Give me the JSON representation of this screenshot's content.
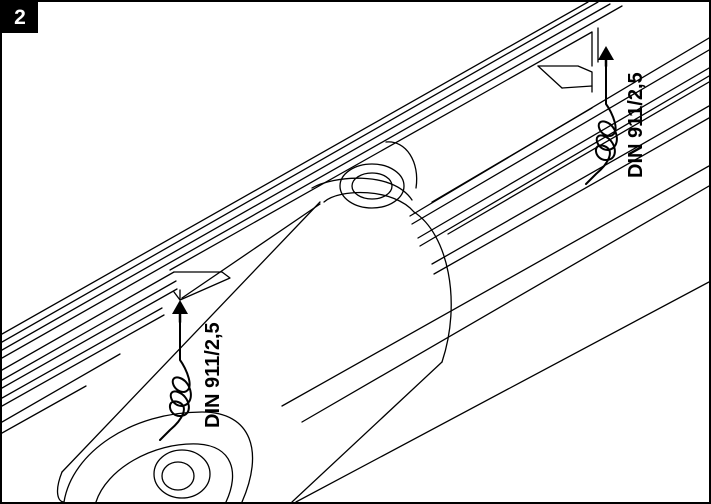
{
  "figure": {
    "step_number": "2",
    "callouts": [
      {
        "text": "DIN 911/2,5"
      },
      {
        "text": "DIN 911/2,5"
      }
    ],
    "colors": {
      "line": "#000000",
      "background": "#ffffff",
      "badge": "#000000",
      "badge_text": "#ffffff"
    },
    "icons": [
      "hex-key-icon",
      "arrow-up-icon"
    ]
  }
}
